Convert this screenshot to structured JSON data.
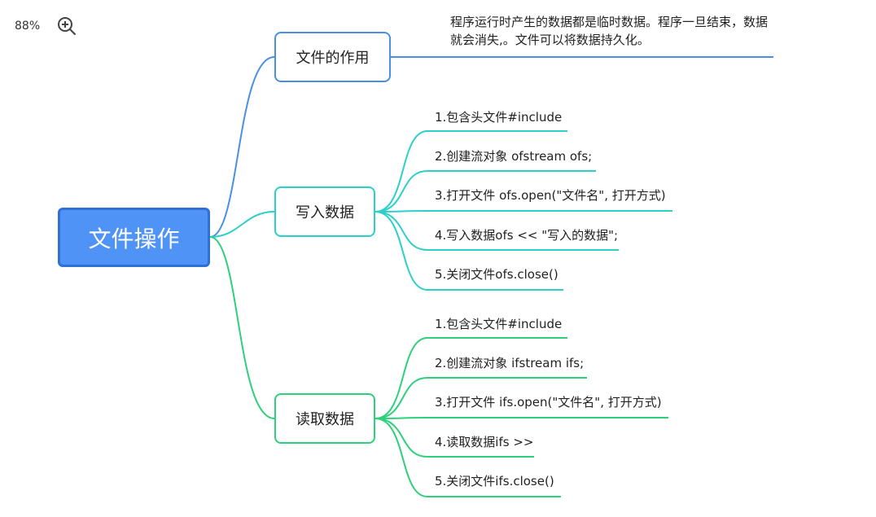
{
  "zoom": "88%",
  "root": {
    "label": "文件操作"
  },
  "branches": [
    {
      "label": "文件的作用",
      "color": "#4a90e2",
      "note": "程序运行时产生的数据都是临时数据。程序一旦结束，数据就会消失,。文件可以将数据持久化。"
    },
    {
      "label": "写入数据",
      "color": "#2dd0c8",
      "steps": [
        "1.包含头文件#include",
        "2.创建流对象 ofstream ofs;",
        "3.打开文件 ofs.open(\"文件名\", 打开方式)",
        "4.写入数据ofs << \"写入的数据\";",
        "5.关闭文件ofs.close()"
      ]
    },
    {
      "label": "读取数据",
      "color": "#2ed07a",
      "steps": [
        "1.包含头文件#include",
        "2.创建流对象 ifstream ifs;",
        "3.打开文件 ifs.open(\"文件名\", 打开方式)",
        "4.读取数据ifs >>",
        "5.关闭文件ifs.close()"
      ]
    }
  ]
}
